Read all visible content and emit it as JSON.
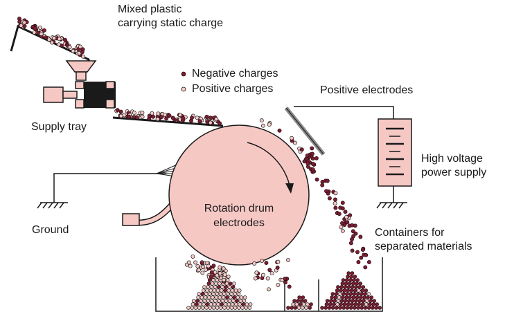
{
  "labels": {
    "mixed_plastic_line1": "Mixed plastic",
    "mixed_plastic_line2": "carrying static charge",
    "legend_negative": "Negative charges",
    "legend_positive": "Positive charges",
    "positive_electrodes": "Positive electrodes",
    "supply_tray": "Supply tray",
    "high_voltage_line1": "High voltage",
    "high_voltage_line2": "power supply",
    "drum_line1": "Rotation drum",
    "drum_line2": "electrodes",
    "ground": "Ground",
    "containers_line1": "Containers for",
    "containers_line2": "separated materials"
  },
  "colors": {
    "negative_charge": "#7a1f33",
    "positive_charge": "#f4c9c6",
    "drum_fill": "#f6c8c4",
    "component_fill": "#f6c8c4",
    "line": "#1a1a1a",
    "electrode_plate": "#8a8a8a"
  }
}
